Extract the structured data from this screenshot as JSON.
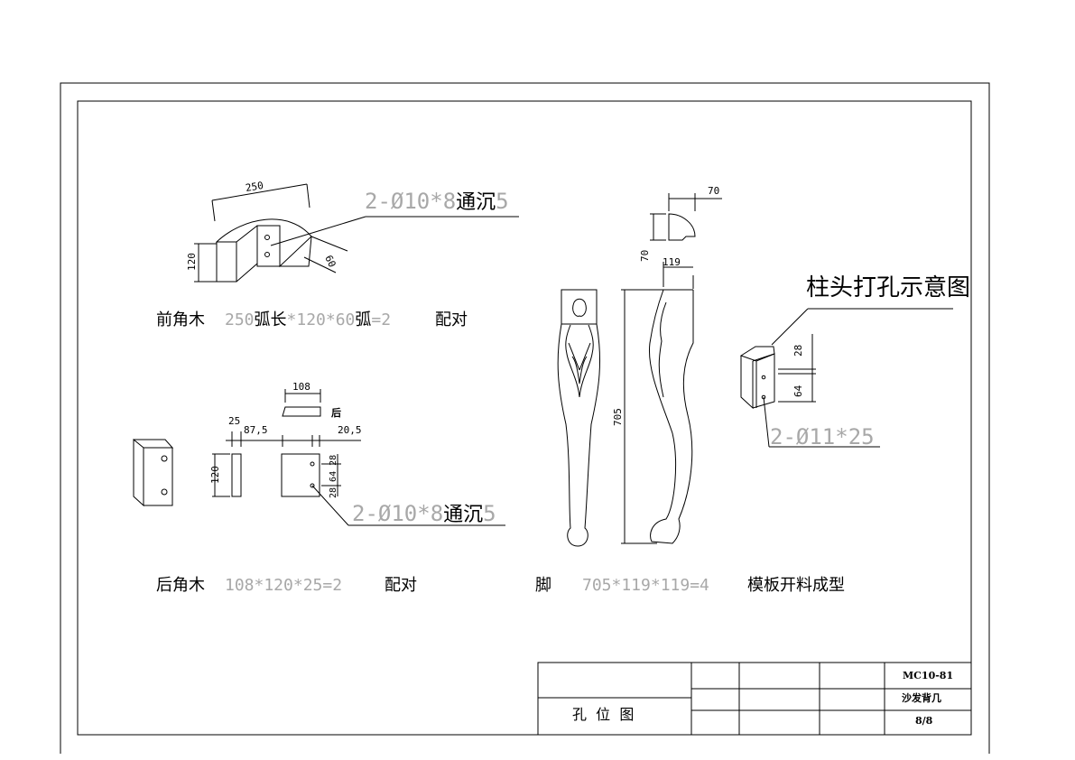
{
  "drawing": {
    "front_corner": {
      "name": "前角木",
      "spec": "250弧长*120*60弧=2",
      "spec_a": "250",
      "spec_b": "弧长",
      "spec_c": "*120*60",
      "spec_d": "弧",
      "spec_e": "=2",
      "pair": "配对",
      "hole_note_dim": "2-Ø10*8",
      "hole_note_cn": "通沉",
      "hole_note_tail": "5",
      "dims": {
        "arc": "250",
        "height": "120",
        "depth": "60"
      }
    },
    "back_corner": {
      "name": "后角木",
      "spec": "108*120*25=2",
      "pair": "配对",
      "hole_note_dim": "2-Ø10*8",
      "hole_note_cn": "通沉",
      "hole_note_tail": "5",
      "back_label": "后",
      "dims": {
        "top": "108",
        "thick": "25",
        "offset1": "87,5",
        "offset2": "20,5",
        "height": "120",
        "holes": "28 64 28"
      }
    },
    "leg": {
      "name": "脚",
      "spec": "705*119*119=4",
      "process": "模板开料成型",
      "dims": {
        "length": "705",
        "width": "119",
        "top_w": "70",
        "top_h": "70"
      }
    },
    "post_hole": {
      "title": "柱头打孔示意图",
      "hole_note": "2-Ø11*25",
      "dims": {
        "a": "28",
        "b": "64"
      }
    }
  },
  "title_block": {
    "drawing_title": "孔  位  图",
    "code": "MC10-81",
    "product": "沙发背几",
    "sheet": "8/8"
  }
}
